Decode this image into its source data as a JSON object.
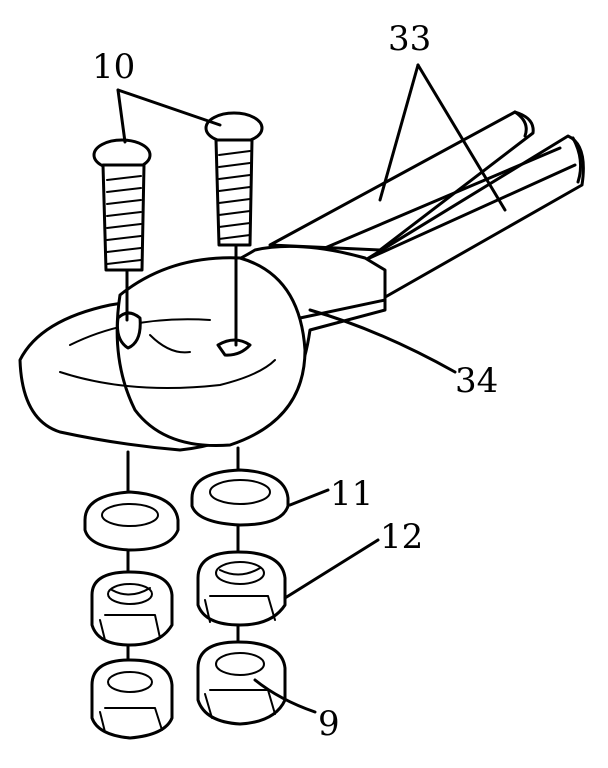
{
  "figure": {
    "labels": {
      "screws": "10",
      "rods": "33",
      "arm": "34",
      "washer": "11",
      "nut": "12",
      "cap_nut": "9"
    }
  }
}
